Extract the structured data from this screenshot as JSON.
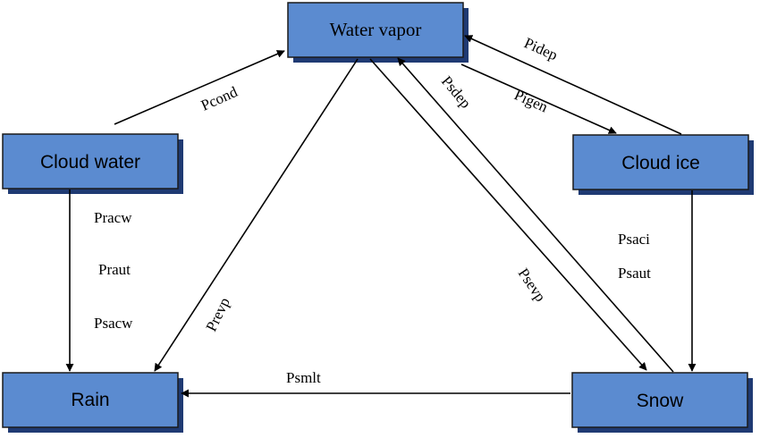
{
  "nodes": {
    "water_vapor": "Water vapor",
    "cloud_water": "Cloud water",
    "cloud_ice": "Cloud ice",
    "rain": "Rain",
    "snow": "Snow"
  },
  "edges": {
    "pcond": "Pcond",
    "pidep": "Pidep",
    "pigen": "Pigen",
    "psdep": "Psdep",
    "prevp": "Prevp",
    "psevp": "Psevp",
    "pracw": "Pracw",
    "praut": "Praut",
    "psacw": "Psacw",
    "psaci": "Psaci",
    "psaut": "Psaut",
    "psmlt": "Psmlt"
  },
  "colors": {
    "node_fill": "#5b8bd0",
    "node_shadow": "#1f3a73",
    "arrow": "#000000"
  }
}
